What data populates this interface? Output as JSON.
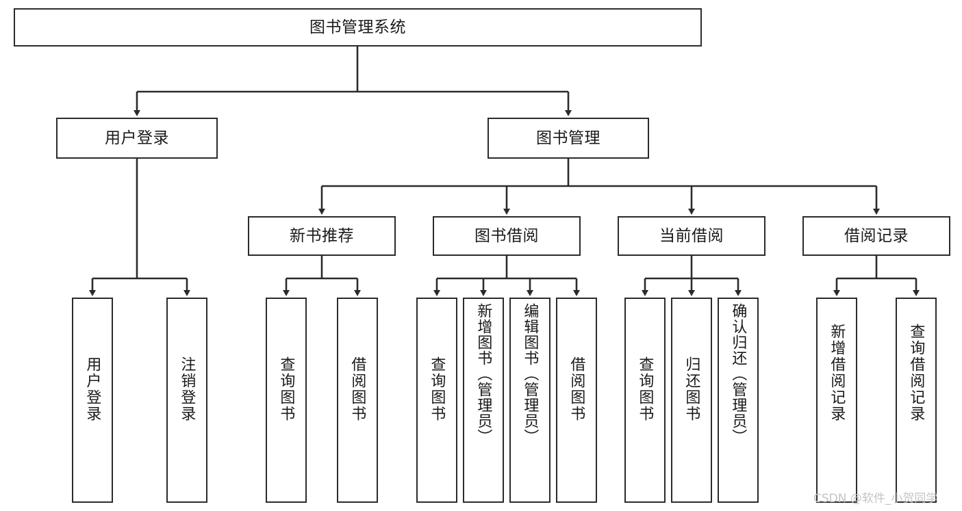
{
  "diagram": {
    "title": "图书管理系统",
    "type": "function-structure-tree",
    "colors": {
      "box_border": "#2b2b2b",
      "box_fill": "#ffffff",
      "edge": "#2b2b2b",
      "text": "#1a1a1a",
      "watermark": "#c4c4c4",
      "background": "#ffffff"
    },
    "root": {
      "label": "图书管理系统"
    },
    "level2": [
      {
        "label": "用户登录"
      },
      {
        "label": "图书管理"
      }
    ],
    "level3": [
      {
        "label": "新书推荐"
      },
      {
        "label": "图书借阅"
      },
      {
        "label": "当前借阅"
      },
      {
        "label": "借阅记录"
      }
    ],
    "leaves": {
      "user_login": [
        {
          "label": "用户登录"
        },
        {
          "label": "注销登录"
        }
      ],
      "new_book_recommend": [
        {
          "label": "查询图书"
        },
        {
          "label": "借阅图书"
        }
      ],
      "book_borrow": [
        {
          "label": "查询图书"
        },
        {
          "label": "新增图书（管理员）"
        },
        {
          "label": "编辑图书（管理员）"
        },
        {
          "label": "借阅图书"
        }
      ],
      "current_borrow": [
        {
          "label": "查询图书"
        },
        {
          "label": "归还图书"
        },
        {
          "label": "确认归还（管理员）"
        }
      ],
      "borrow_record": [
        {
          "label": "新增借阅记录"
        },
        {
          "label": "查询借阅记录"
        }
      ]
    },
    "watermark": "CSDN @软件_小贺同学"
  }
}
